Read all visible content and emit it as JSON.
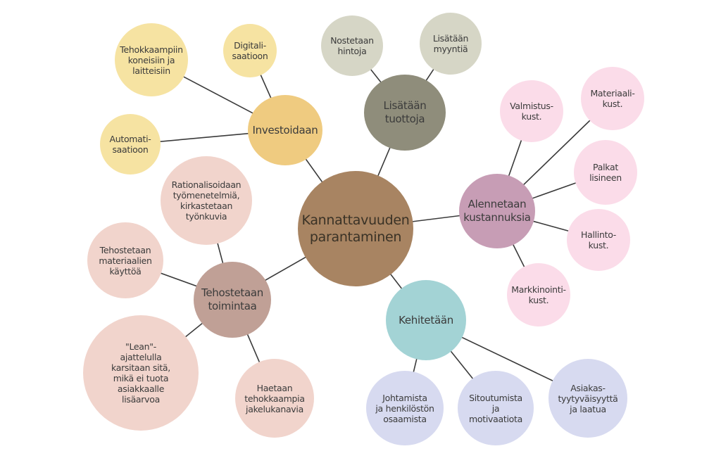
{
  "diagram": {
    "center": {
      "label": "Kannattavuuden\nparantaminen",
      "color": "#a88462"
    },
    "branches": [
      {
        "id": "investoidaan",
        "label": "Investoidaan",
        "color": "#efcb80",
        "children": [
          {
            "label": "Tehokkaampiin\nkoneisiin ja\nlaitteisiin",
            "color": "#f6e3a2"
          },
          {
            "label": "Digitali-\nsaatioon",
            "color": "#f6e3a2"
          },
          {
            "label": "Automati-\nsaatioon",
            "color": "#f6e3a2"
          }
        ]
      },
      {
        "id": "lisataan",
        "label": "Lisätään\ntuottoja",
        "color": "#8f8d7b",
        "children": [
          {
            "label": "Nostetaan\nhintoja",
            "color": "#d6d6c6"
          },
          {
            "label": "Lisätään\nmyyntiä",
            "color": "#d6d6c6"
          }
        ]
      },
      {
        "id": "alennetaan",
        "label": "Alennetaan\nkustannuksia",
        "color": "#c79db5",
        "children": [
          {
            "label": "Valmistus-\nkust.",
            "color": "#fbdce9"
          },
          {
            "label": "Materiaali-\nkust.",
            "color": "#fbdce9"
          },
          {
            "label": "Palkat\nlisineen",
            "color": "#fbdce9"
          },
          {
            "label": "Hallinto-\nkust.",
            "color": "#fbdce9"
          },
          {
            "label": "Markkinointi-\nkust.",
            "color": "#fbdce9"
          }
        ]
      },
      {
        "id": "kehitetaan",
        "label": "Kehitetään",
        "color": "#a3d3d5",
        "children": [
          {
            "label": "Johtamista\nja henkilöstön\nosaamista",
            "color": "#d7daf0"
          },
          {
            "label": "Sitoutumista\nja\nmotivaatiota",
            "color": "#d7daf0"
          },
          {
            "label": "Asiakas-\ntyytyväisyyttä\nja laatua",
            "color": "#d7daf0"
          }
        ]
      },
      {
        "id": "tehostetaan",
        "label": "Tehostetaan\ntoimintaa",
        "color": "#c0a096",
        "children": [
          {
            "label": "Rationalisoidaan\ntyömenetelmiä,\nkirkastetaan\ntyönkuvia",
            "color": "#f1d4cc"
          },
          {
            "label": "Tehostetaan\nmateriaalien\nkäyttöä",
            "color": "#f1d4cc"
          },
          {
            "label": "\"Lean\"-\najattelulla\nkarsitaan sitä,\nmikä ei tuota\nasiakkaalle\nlisäarvoa",
            "color": "#f1d4cc"
          },
          {
            "label": "Haetaan\ntehokkaampia\njakelukanavia",
            "color": "#f1d4cc"
          }
        ]
      }
    ]
  }
}
